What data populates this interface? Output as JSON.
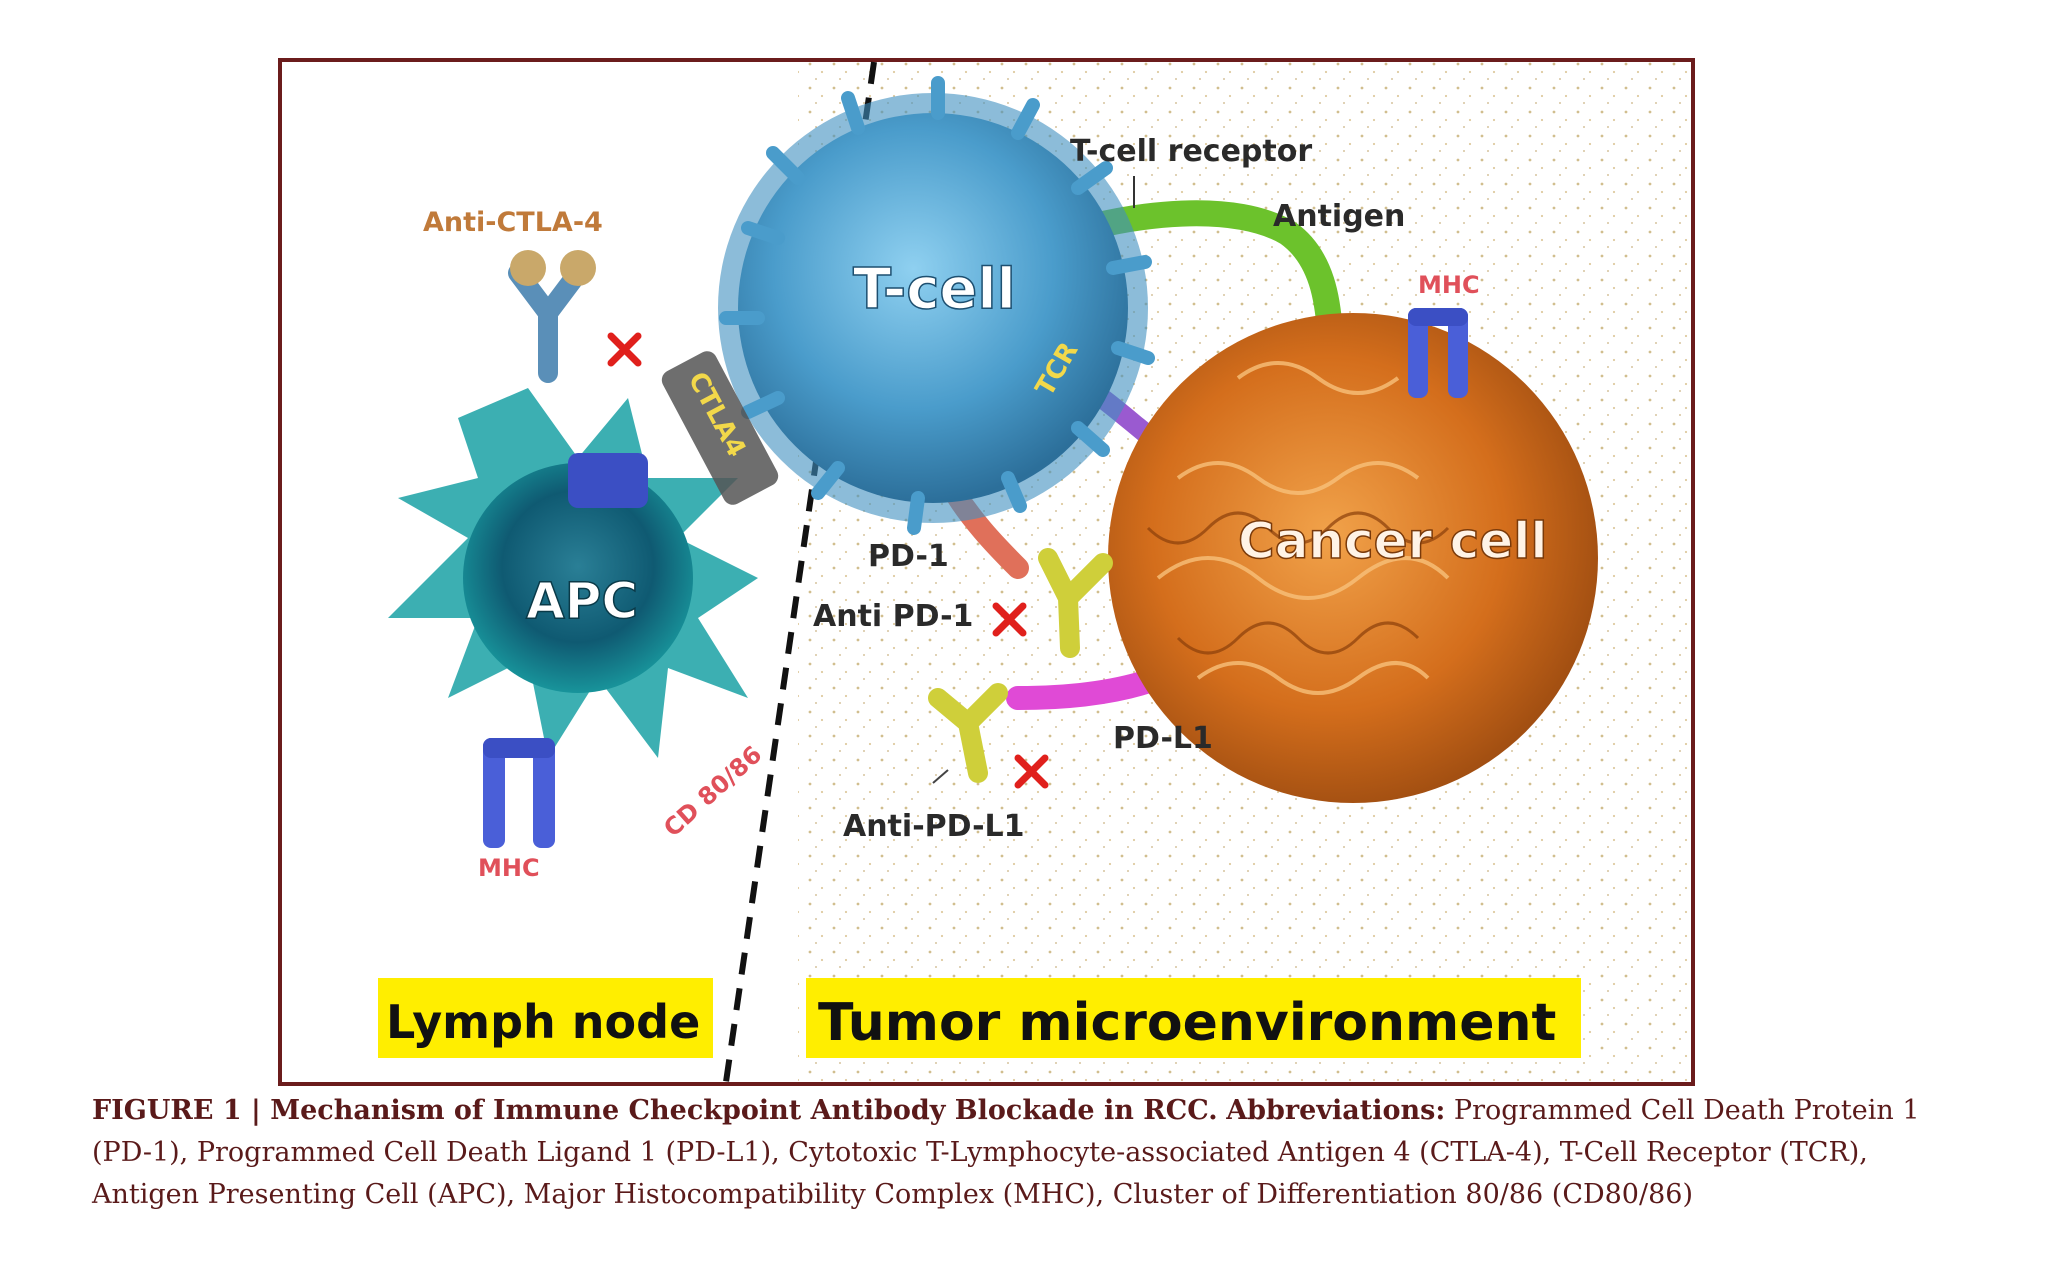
{
  "figure": {
    "labels": {
      "t_cell": "T-cell",
      "cancer_cell": "Cancer cell",
      "apc": "APC",
      "t_cell_receptor": "T-cell receptor",
      "antigen": "Antigen",
      "anti_ctla4": "Anti-CTLA-4",
      "ctla4": "CTLA4",
      "tcr": "TCR",
      "mhc_tumor": "MHC",
      "mhc_apc": "MHC",
      "cd80_86": "CD 80/86",
      "pd1": "PD-1",
      "anti_pd1": "Anti PD-1",
      "pdl1": "PD-L1",
      "anti_pdl1": "Anti-PD-L1",
      "lymph_node": "Lymph node",
      "tumor_microenvironment": "Tumor microenvironment"
    },
    "colors": {
      "frame": "#6b1c1c",
      "t_cell": "#5aaad4",
      "cancer_cell": "#d9731f",
      "apc": "#1d7a85",
      "antigen": "#6cc22c",
      "pdl1": "#e04ad6",
      "antibody_yellow": "#cfcf3a",
      "receptor_blue": "#3b4fc4",
      "highlight": "#ffee00",
      "x_mark": "#e0201c",
      "label_orange": "#c07a3a",
      "label_red": "#e0505a"
    }
  },
  "caption": {
    "figure_no": "FIGURE 1",
    "separator": " | ",
    "title": "Mechanism of Immune Checkpoint Antibody Blockade in RCC.",
    "abbr_label": "Abbreviations:",
    "abbr_text": "Programmed Cell Death Protein 1 (PD-1), Programmed Cell Death Ligand 1 (PD-L1), Cytotoxic T-Lymphocyte-associated Antigen 4 (CTLA-4), T-Cell Receptor (TCR), Antigen Presenting Cell (APC), Major Histocompatibility Complex (MHC), Cluster of Differentiation 80/86 (CD80/86)"
  }
}
